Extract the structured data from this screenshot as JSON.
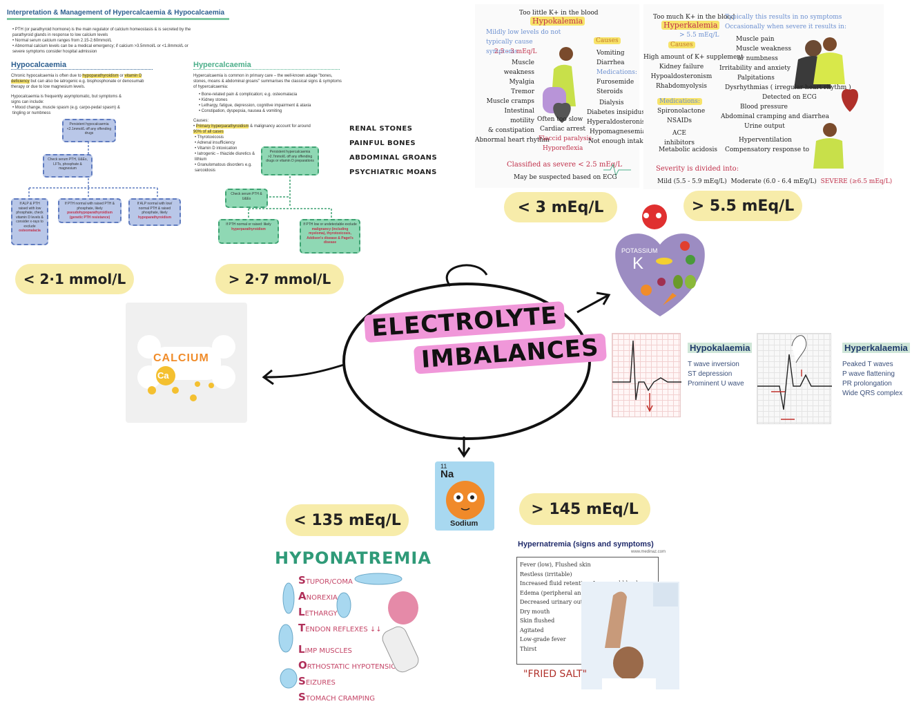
{
  "center": {
    "line1": "ELECTROLYTE",
    "line2": "IMBALANCES"
  },
  "calcium_doc": {
    "title": "Interpretation & Management of Hypercalcaemia & Hypocalcaemia",
    "intro_bullets": [
      "PTH (or parathyroid hormone) is the main regulator of calcium homeostasis & is secreted by the parathyroid glands in response to low calcium levels",
      "Normal serum calcium ranges from 2.15-2.60mmol/L",
      "Abnormal calcium levels can be a medical emergency; if calcium >3.5mmol/L or <1.8mmol/L or severe symptoms consider hospital admission"
    ],
    "hypo": {
      "heading": "Hypocalcaemia",
      "text1_pre": "Chronic hypocalcaemia is often due to ",
      "text1_hl1": "hypoparathyroidism",
      "text1_mid": " or ",
      "text1_hl2": "vitamin D deficiency",
      "text1_post": " but can also be iatrogenic e.g. bisphosphonate or denosumab therapy or due to low magnesium levels.",
      "text2": "Hypocalcaemia is frequently asymptomatic, but symptoms & signs can include:",
      "bullet": "Mood change, muscle spasm (e.g. carpo-pedal spasm) & tingling or numbness",
      "flow_top": "Persistent hypocalcaemia <2.1mmol/L off any offending drugs",
      "flow_mid": "Check serum PTH, U&Es, LFTs, phosphate & magnesium",
      "flow_left": "If ALP & PTH raised with low phosphate, check vitamin D levels & consider x-rays to exclude",
      "flow_left_red": "osteomalacia",
      "flow_center": "If PTH normal with raised PTH & phosphate, likely",
      "flow_center_red": "pseudohypoparathyroidism (genetic PTH resistance)",
      "flow_right": "If ALP normal with low/ normal PTH & raised phosphate, likely",
      "flow_right_red": "hypoparathyroidism"
    },
    "hyper": {
      "heading": "Hypercalcaemia",
      "text1": "Hypercalcaemia is common in primary care – the well-known adage \"bones, stones, moans & abdominal groans\" summarises the classical signs & symptoms of hypercalcaemia:",
      "symptoms": [
        "Bone-related pain & complication; e.g. osteomalacia",
        "Kidney stones",
        "Lethargy, fatigue, depression, cognitive impairment & ataxia",
        "Constipation, dyspepsia, nausea & vomiting"
      ],
      "causes_label": "Causes:",
      "causes_hl": "Primary hyperparathyroidism",
      "causes_hl_rest": " & malignancy account for around ",
      "causes_hl2": "90% of all cases",
      "causes": [
        "Thyrotoxicosis",
        "Adrenal insufficiency",
        "Vitamin D intoxication",
        "Iatrogenic – thiazide diuretics & lithium",
        "Granulomatous disorders e.g. sarcoidosis"
      ],
      "flow_top": "Persistent hypercalcaemia >2.7mmol/L off any offending drugs or vitamin D preparations",
      "flow_mid": "Check serum PTH & U&Es",
      "flow_left": "If PTH normal or raised: likely",
      "flow_left_red": "hyperparathyroidism",
      "flow_right": "If PTH low or undetectable exclude",
      "flow_right_red": "malignancy",
      "flow_right2": "(including myeloma), thyrotoxicosis, Addison's disease & Paget's disease"
    }
  },
  "mnemonic": [
    "RENAL STONES",
    "PAINFUL BONES",
    "ABDOMINAL GROANS",
    "PSYCHIATRIC MOANS"
  ],
  "thresholds": {
    "ca_low": "< 2·1 mmol/L",
    "ca_high": "> 2·7 mmol/L",
    "k_low": "< 3 mEq/L",
    "k_high": "> 5.5 mEq/L",
    "na_low": "< 135 mEq/L",
    "na_high": "> 145 mEq/L"
  },
  "calcium_tile": {
    "label": "CALCIUM",
    "symbol": "Ca"
  },
  "potassium_tile": {
    "label": "POTASSIUM",
    "symbol": "K"
  },
  "hypokalemia_notes": {
    "top": "Too little K+ in the blood",
    "title": "Hypokalemia",
    "mild": "Mildly low levels do not typically cause symptoms",
    "range": "2.5 - 3 mEq/L",
    "symptoms": [
      "Muscle weakness",
      "Myalgia",
      "Tremor",
      "Muscle cramps",
      "Intestinal motility",
      "& constipation",
      "Abnormal heart rhythm"
    ],
    "extra": [
      "Often too slow",
      "Cardiac arrest",
      "Flaccid paralysis",
      "Hyporeflexia"
    ],
    "causes_title": "Causes",
    "causes": [
      "Vomiting",
      "Diarrhea"
    ],
    "meds_label": "Medications:",
    "meds": [
      "Furosemide",
      "Steroids"
    ],
    "other_causes": [
      "Dialysis",
      "Diabetes insipidus",
      "Hyperaldosteronism",
      "Hypomagnesemia",
      "Not enough intake"
    ],
    "severe": "Classified as severe < 2.5 mEq/L",
    "ecg": "May be suspected based on ECG"
  },
  "hyperkalemia_notes": {
    "top": "Too much K+ in the blood",
    "title": "Hyperkalemia",
    "range": "> 5.5 mEq/L",
    "causes_title": "Causes",
    "causes": [
      "High amount of K+ supplement",
      "Kidney failure",
      "Hypoaldosteronism",
      "Rhabdomyolysis"
    ],
    "meds_label": "Medications:",
    "meds": [
      "Spironolactone",
      "NSAIDs",
      "ACE inhibitors"
    ],
    "acidosis": "Metabolic acidosis",
    "compensatory": "Compensatory response to",
    "note1": "Typically this results in no symptoms",
    "note2": "Occasionally when severe it results in:",
    "symptoms": [
      "Muscle pain",
      "Muscle weakness",
      "or numbness",
      "Irritability and anxiety",
      "Palpitations",
      "Dysrhythmias ( irregular heart rhythm )",
      "Detected on ECG",
      "Blood pressure",
      "Abdominal cramping and diarrhea",
      "Urine output",
      "Hyperventilation"
    ],
    "severity_label": "Severity is divided into:",
    "mild": "Mild (5.5 - 5.9 mEq/L)",
    "moderate": "Moderate (6.0 - 6.4 mEq/L)",
    "severe": "SEVERE (≥6.5 mEq/L)"
  },
  "ecg": {
    "hypo_title": "Hypokalaemia",
    "hypo_signs": [
      "T wave inversion",
      "ST depression",
      "Prominent U wave"
    ],
    "hyper_title": "Hyperkalaemia",
    "hyper_signs": [
      "Peaked T waves",
      "P wave flattening",
      "PR prolongation",
      "Wide QRS complex"
    ]
  },
  "sodium_tile": {
    "number": "11",
    "symbol": "Na",
    "label": "Sodium"
  },
  "hyponatremia": {
    "title": "HYPONATREMIA",
    "mnemonic": [
      {
        "letter": "S",
        "rest": "TUPOR/COMA"
      },
      {
        "letter": "A",
        "rest": "NOREXIA"
      },
      {
        "letter": "L",
        "rest": "ETHARGY"
      },
      {
        "letter": "T",
        "rest": "ENDON REFLEXES ↓↓"
      },
      {
        "letter": "L",
        "rest": "IMP MUSCLES"
      },
      {
        "letter": "O",
        "rest": "RTHOSTATIC HYPOTENSION"
      },
      {
        "letter": "S",
        "rest": "EIZURES"
      },
      {
        "letter": "S",
        "rest": "TOMACH CRAMPING"
      }
    ]
  },
  "hypernatremia": {
    "title": "Hypernatremia (signs and symptoms)",
    "source": "www.medinaz.com",
    "items": [
      "Fever (low), Flushed skin",
      "Restless (irritable)",
      "Increased fluid retention, Increased blood pressure",
      "Edema (peripheral and pitting)",
      "Decreased urinary output",
      "Dry mouth",
      "Skin flushed",
      "Agitated",
      "Low-grade fever",
      "Thirst"
    ],
    "caption": "\"FRIED SALT\""
  },
  "colors": {
    "pink": "#f097d9",
    "yellow": "#f7ecaa",
    "green": "#2f9a78",
    "navy": "#2c5e8f",
    "red": "#c0304a"
  }
}
